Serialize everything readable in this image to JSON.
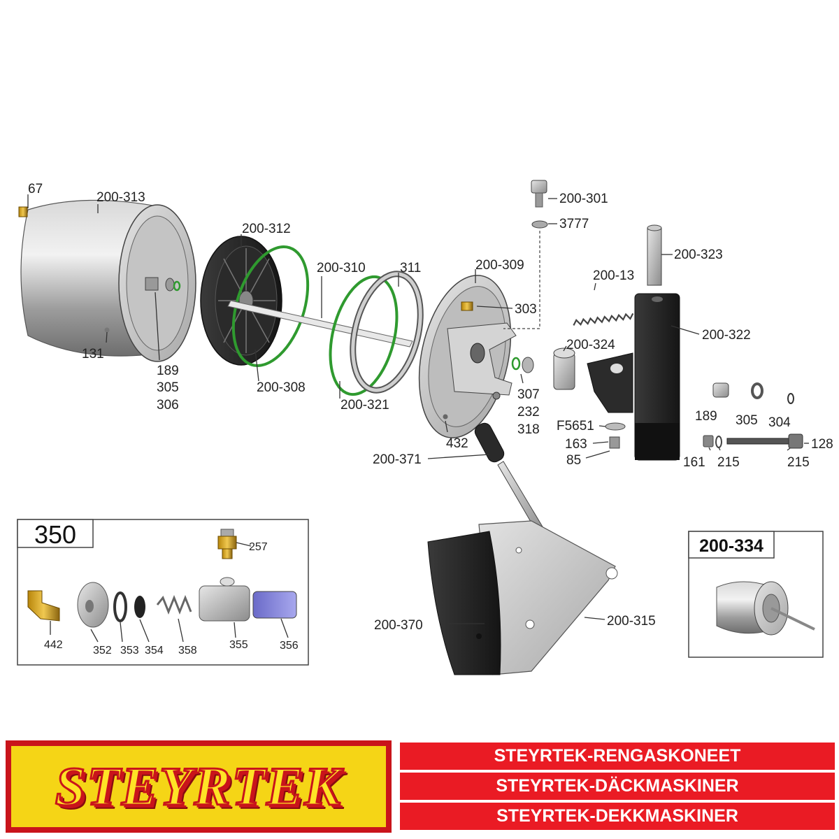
{
  "callouts": {
    "p67": "67",
    "p200_313": "200-313",
    "p131": "131",
    "p189a": "189",
    "p305a": "305",
    "p306": "306",
    "p200_312": "200-312",
    "p200_308": "200-308",
    "p200_310": "200-310",
    "p311": "311",
    "p200_321": "200-321",
    "p200_309": "200-309",
    "p303": "303",
    "p307": "307",
    "p232": "232",
    "p318": "318",
    "p432": "432",
    "p200_371": "200-371",
    "p200_301": "200-301",
    "p3777": "3777",
    "p200_323": "200-323",
    "p200_13": "200-13",
    "p200_322": "200-322",
    "p200_324": "200-324",
    "pF5651": "F5651",
    "p163": "163",
    "p85": "85",
    "p189b": "189",
    "p305b": "305",
    "p304": "304",
    "p161": "161",
    "p215a": "215",
    "p215b": "215",
    "p128": "128",
    "p200_370": "200-370",
    "p200_315": "200-315"
  },
  "inset_350": {
    "title": "350",
    "p257": "257",
    "p442": "442",
    "p352": "352",
    "p353": "353",
    "p354": "354",
    "p358": "358",
    "p355": "355",
    "p356": "356"
  },
  "inset_200_334": {
    "title": "200-334"
  },
  "footer": {
    "logo_text": "STEYRTEK",
    "banners": [
      "STEYRTEK-RENGASKONEET",
      "STEYRTEK-DÄCKMASKINER",
      "STEYRTEK-DEKKMASKINER"
    ]
  },
  "colors": {
    "banner_red": "#ea1b24",
    "logo_yellow": "#f5d516",
    "seal_green": "#2f9a2f",
    "metal_grey": "#b8b8b8"
  }
}
